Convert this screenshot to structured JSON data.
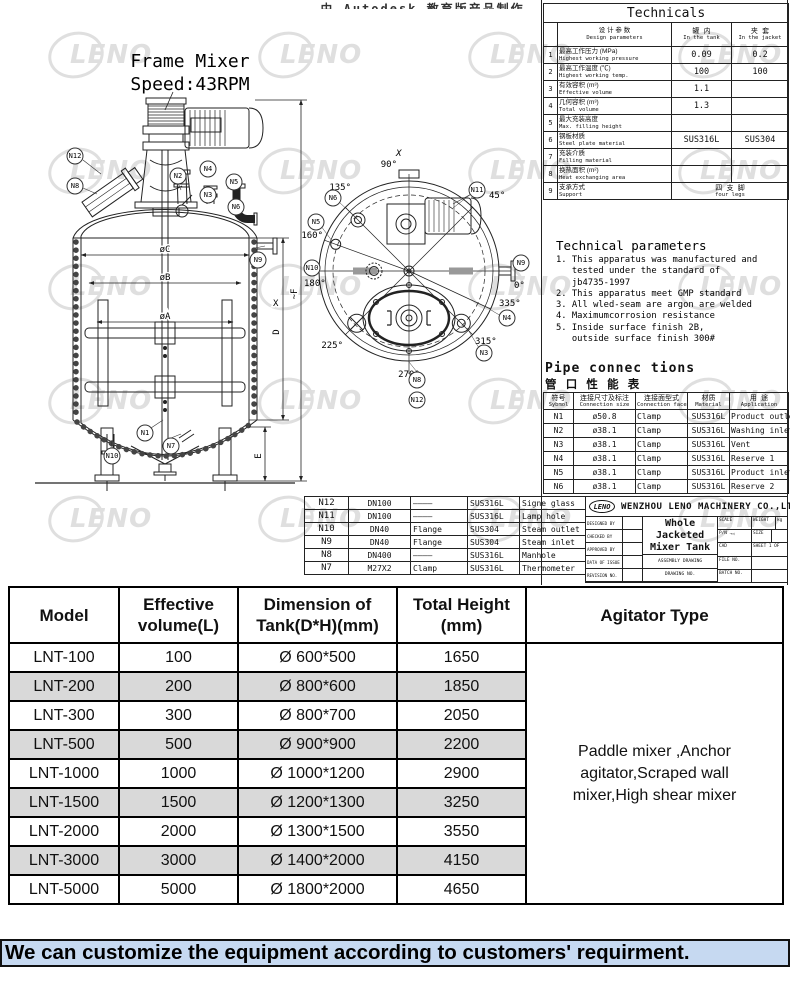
{
  "page": {
    "top_clipped_text": "由 Autodesk 教育版产品制作",
    "watermark_text": "LENO",
    "colors": {
      "banner_bg": "#c6d9f1",
      "row_alt": "#d9d9d9",
      "line": "#222222"
    }
  },
  "drawing": {
    "frame_mixer_note_line1": "Frame Mixer",
    "frame_mixer_note_line2": "Speed:43RPM",
    "front_callouts": {
      "n12": "N12",
      "n8": "N8",
      "n2": "N2",
      "n4": "N4",
      "n3": "N3",
      "n5": "N5",
      "n6": "N6",
      "n9": "N9",
      "n10": "N10",
      "n1": "N1",
      "n7": "N7"
    },
    "dims": {
      "c": "øC",
      "b": "øB",
      "a": "øA",
      "d": "D",
      "f": "~F",
      "x": "X",
      "e": "E"
    },
    "top_view": {
      "axis": "X",
      "angles": {
        "a90": "90°",
        "a45": "45°",
        "a135": "135°",
        "a160": "160°",
        "a180": "180°",
        "a0": "0°",
        "a335": "335°",
        "a315": "315°",
        "a270": "270°",
        "a225": "225°"
      },
      "callouts": {
        "n11": "N11",
        "n6": "N6",
        "n5": "N5",
        "n10": "N10",
        "n9": "N9",
        "n4": "N4",
        "n3": "N3",
        "n8": "N8",
        "n12": "N12"
      }
    }
  },
  "technicals_table": {
    "title": "Technicals",
    "header": {
      "param_cn": "设 计 参 数",
      "param_en": "Design parameters",
      "tank_cn": "罐 内",
      "tank_en": "In the tank",
      "jacket_cn": "夹 套",
      "jacket_en": "In the jacket"
    },
    "rows": [
      {
        "no": "1",
        "cn": "最高工作压力 (MPa)",
        "en": "Highest working pressure",
        "tank": "0.09",
        "jacket": "0.2"
      },
      {
        "no": "2",
        "cn": "最高工作温度 (℃)",
        "en": "Highest working temp.",
        "tank": "100",
        "jacket": "100"
      },
      {
        "no": "3",
        "cn": "有效容积 (m³)",
        "en": "Effective volume",
        "tank": "1.1",
        "jacket": ""
      },
      {
        "no": "4",
        "cn": "几何容积 (m³)",
        "en": "Total volume",
        "tank": "1.3",
        "jacket": ""
      },
      {
        "no": "5",
        "cn": "最大充装高度",
        "en": "Max. filling height",
        "tank": "",
        "jacket": ""
      },
      {
        "no": "6",
        "cn": "钢板材质",
        "en": "Steel plate material",
        "tank": "SUS316L",
        "jacket": "SUS304"
      },
      {
        "no": "7",
        "cn": "充装介质",
        "en": "Filling material",
        "tank": "",
        "jacket": ""
      },
      {
        "no": "8",
        "cn": "换热面积 (m²)",
        "en": "Heat exchanging area",
        "tank": "",
        "jacket": ""
      },
      {
        "no": "9",
        "cn": "支承方式",
        "en": "Support",
        "span_cn": "四 支 脚",
        "span_en": "four legs"
      }
    ]
  },
  "technical_parameters": {
    "title": "Technical parameters",
    "lines": [
      "1. This apparatus was manufactured and",
      "   tested under the standard of",
      "   jb4735-1997",
      "2. This apparatus meet GMP standard",
      "3. All wled-seam are argon are welded",
      "4. Maximumcorrosion resistance",
      "5. Inside surface finish 2B,",
      "   outside surface finish 300#"
    ]
  },
  "pipe_connections": {
    "title_en": "Pipe connec tions",
    "title_cn": "管 口 性 能 表",
    "headers": [
      {
        "cn": "符号",
        "en": "Sybmol"
      },
      {
        "cn": "连接尺寸及标注",
        "en": "Connection size"
      },
      {
        "cn": "连接面型式",
        "en": "Connection face"
      },
      {
        "cn": "材质",
        "en": "Material"
      },
      {
        "cn": "用 途",
        "en": "Application"
      }
    ],
    "rows": [
      [
        "N1",
        "ø50.8",
        "Clamp",
        "SUS316L",
        "Product outlet"
      ],
      [
        "N2",
        "ø38.1",
        "Clamp",
        "SUS316L",
        "Washing inlet"
      ],
      [
        "N3",
        "ø38.1",
        "Clamp",
        "SUS316L",
        "Vent"
      ],
      [
        "N4",
        "ø38.1",
        "Clamp",
        "SUS316L",
        "Reserve 1"
      ],
      [
        "N5",
        "ø38.1",
        "Clamp",
        "SUS316L",
        "Product inlet"
      ],
      [
        "N6",
        "ø38.1",
        "Clamp",
        "SUS316L",
        "Reserve 2"
      ]
    ]
  },
  "parts_table": {
    "rows": [
      [
        "N12",
        "DN100",
        "————",
        "SUS316L",
        "Signe glass"
      ],
      [
        "N11",
        "DN100",
        "————",
        "SUS316L",
        "Lamp hole"
      ],
      [
        "N10",
        "DN40",
        "Flange",
        "SUS304",
        "Steam outlet"
      ],
      [
        "N9",
        "DN40",
        "Flange",
        "SUS304",
        "Steam inlet"
      ],
      [
        "N8",
        "DN400",
        "————",
        "SUS316L",
        "Manhole"
      ],
      [
        "N7",
        "M27X2",
        "Clamp",
        "SUS316L",
        "Thermometer"
      ]
    ]
  },
  "title_block": {
    "logo": "LENO",
    "company": "WENZHOU LENO MACHINERY CO.,LTD",
    "left_rows": [
      "DESIGNED BY",
      "CHECKED BY",
      "APPROVED BY",
      "DATA OF ISSUE",
      "REVISION NO."
    ],
    "drawing_title": "Whole Jacketed\nMixer Tank",
    "assembly": "ASSEMBLY DRAWING",
    "drawing_no": "DRAWING NO.",
    "scale": "SCALE",
    "weight": "WEIGHT",
    "kg": "kg",
    "pn": "P/N",
    "size": "SIZE",
    "cad": "CAD",
    "sheet": "SHEET 1  OF",
    "file_no": "FILE NO.",
    "batch_no": "BATCH NO."
  },
  "spec_table": {
    "headers": [
      "Model",
      "Effective\nvolume(L)",
      "Dimension of\nTank(D*H)(mm)",
      "Total Height\n(mm)",
      "Agitator Type"
    ],
    "rows": [
      [
        "LNT-100",
        "100",
        "Ø 600*500",
        "1650"
      ],
      [
        "LNT-200",
        "200",
        "Ø 800*600",
        "1850"
      ],
      [
        "LNT-300",
        "300",
        "Ø 800*700",
        "2050"
      ],
      [
        "LNT-500",
        "500",
        "Ø 900*900",
        "2200"
      ],
      [
        "LNT-1000",
        "1000",
        "Ø 1000*1200",
        "2900"
      ],
      [
        "LNT-1500",
        "1500",
        "Ø 1200*1300",
        "3250"
      ],
      [
        "LNT-2000",
        "2000",
        "Ø 1300*1500",
        "3550"
      ],
      [
        "LNT-3000",
        "3000",
        "Ø 1400*2000",
        "4150"
      ],
      [
        "LNT-5000",
        "5000",
        "Ø 1800*2000",
        "4650"
      ]
    ],
    "agitator_type": "Paddle mixer ,Anchor\nagitator,Scraped wall\nmixer,High shear mixer"
  },
  "banner": {
    "text": "We can customize the equipment according to customers' requirment."
  }
}
